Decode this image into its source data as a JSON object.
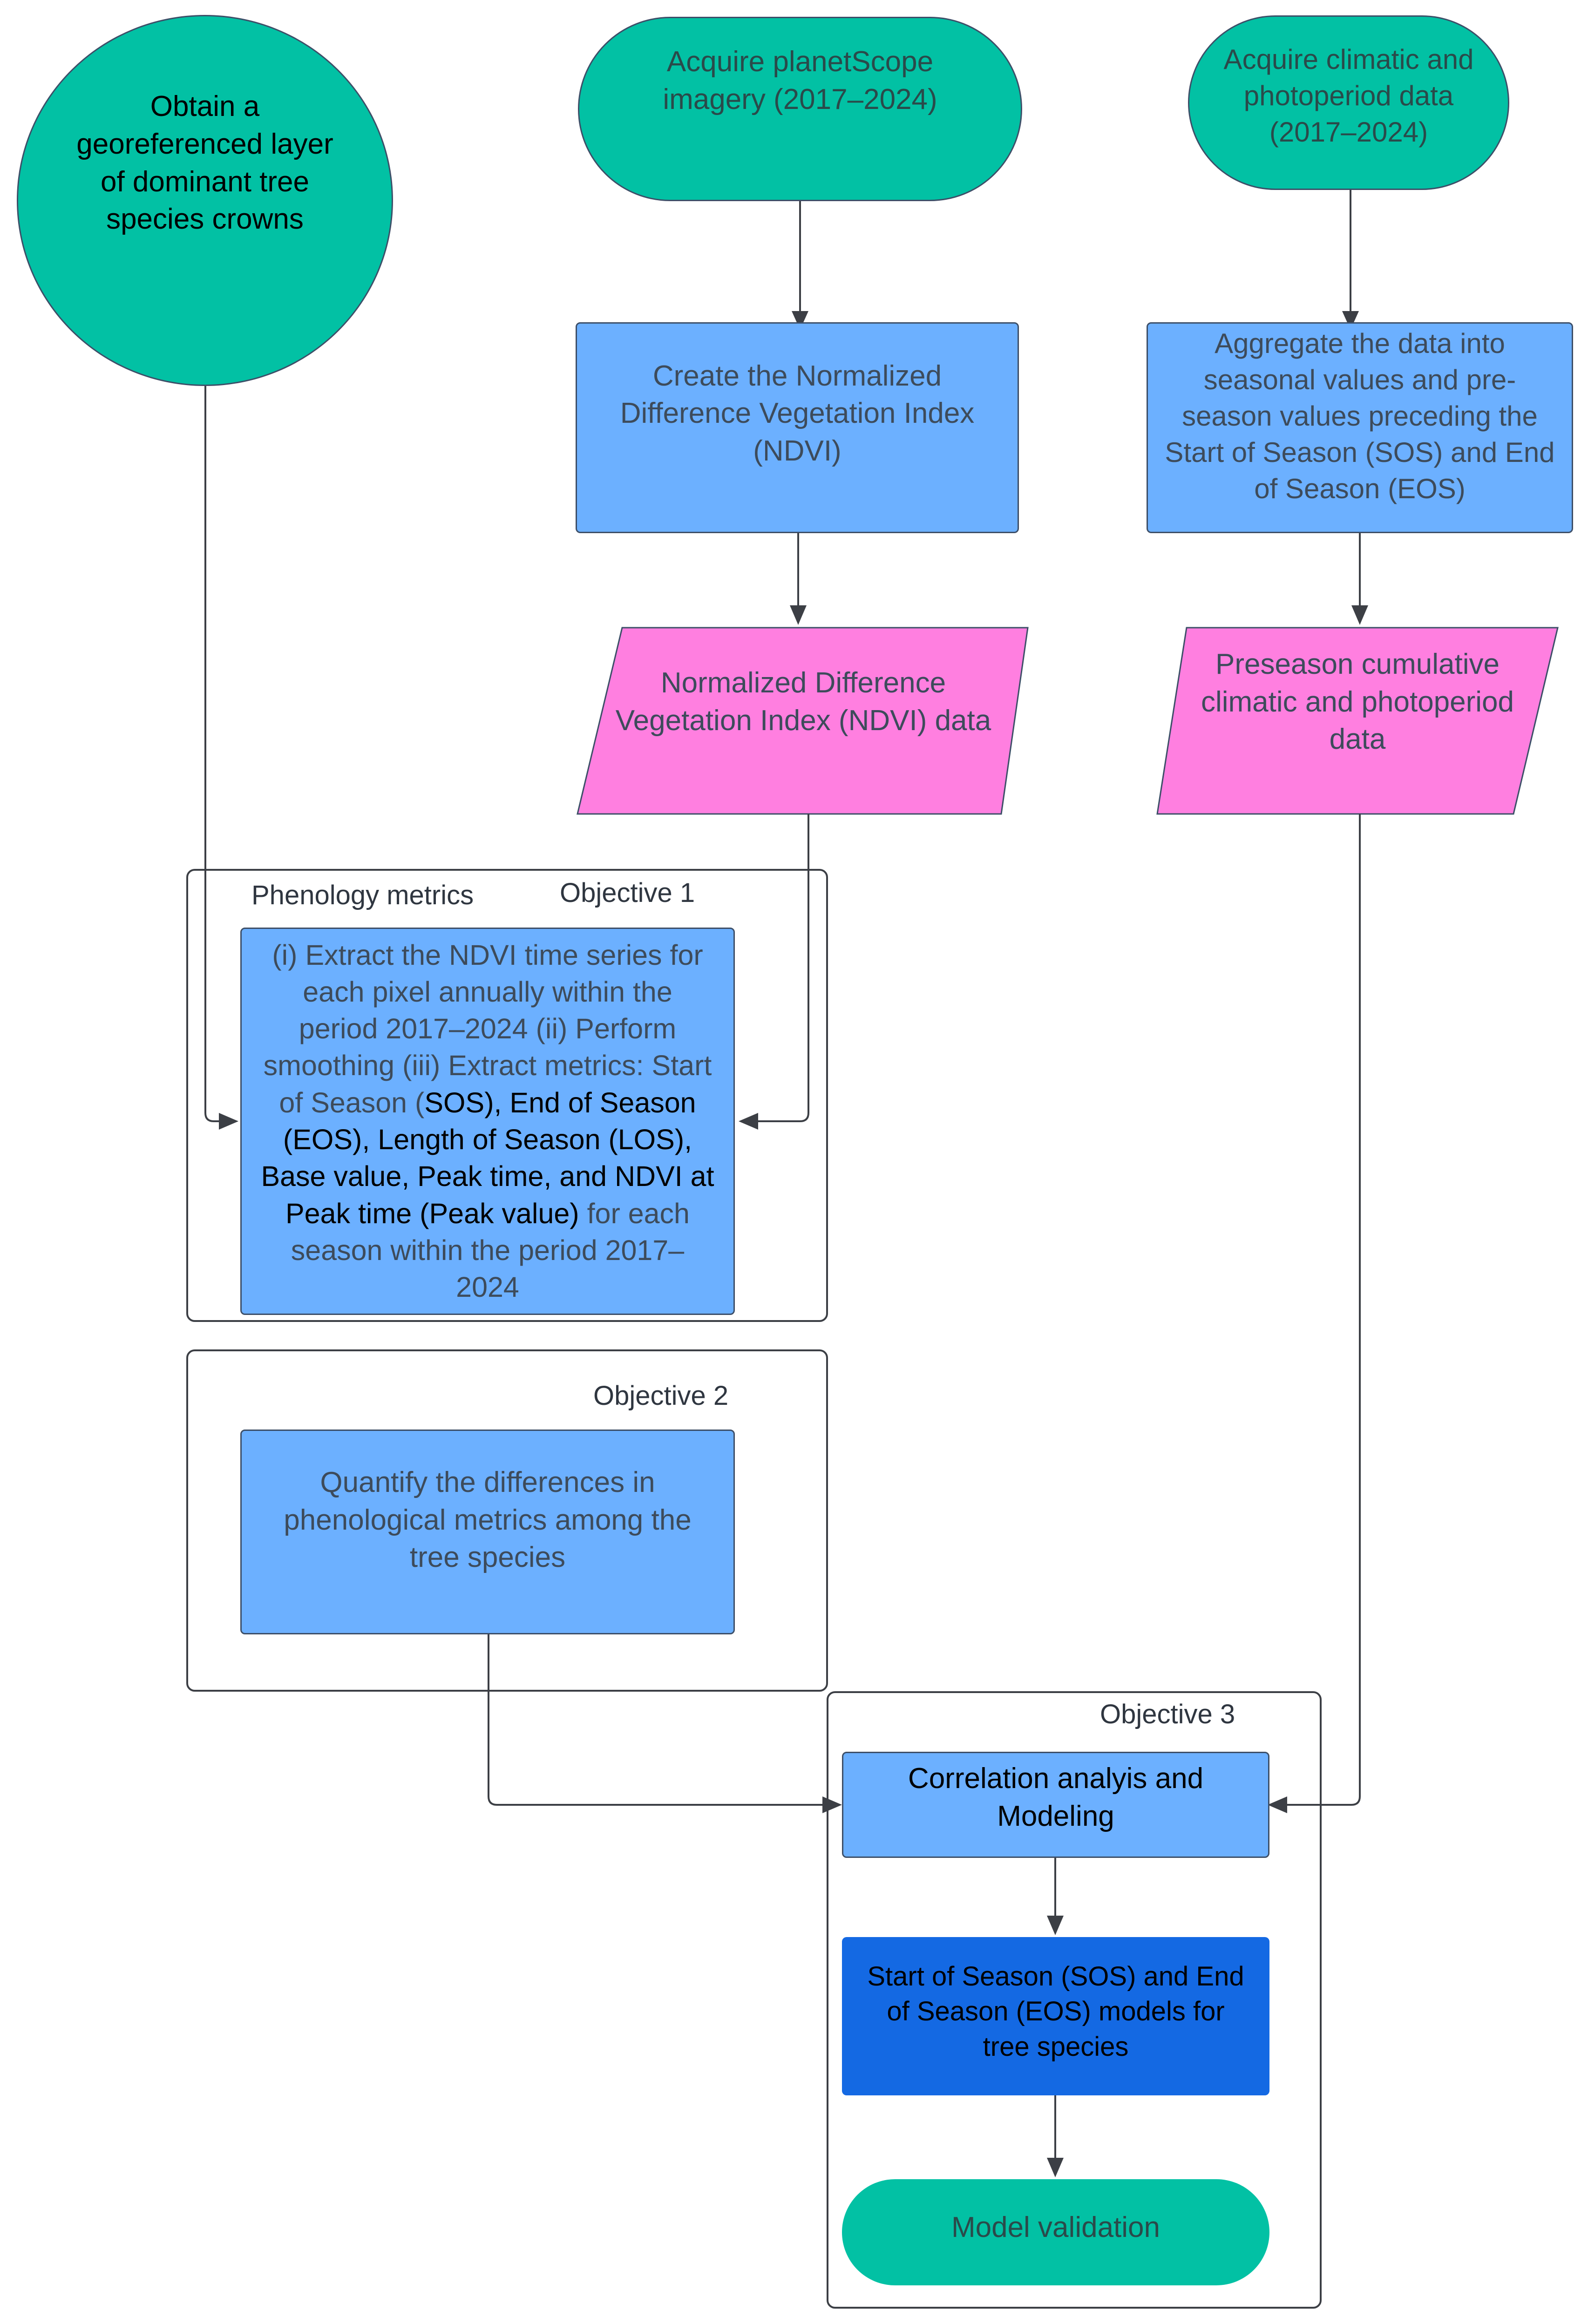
{
  "nodes": {
    "obtain_layer": "Obtain a georeferenced layer of dominant tree species crowns",
    "acquire_planetscope": "Acquire planetScope imagery (2017–2024)",
    "acquire_climatic": "Acquire climatic and photoperiod data (2017–2024)",
    "create_ndvi": "Create the Normalized Difference Vegetation Index (NDVI)",
    "aggregate_data": "Aggregate the data into seasonal values and pre-season values preceding the Start  of Season (SOS) and End of Season (EOS)",
    "ndvi_data": "Normalized Difference Vegetation Index (NDVI) data",
    "preseason_data": "Preseason cumulative climatic and photoperiod data",
    "extract_metrics": {
      "part1": "(i) Extract the NDVI time series for each pixel annually within the period 2017–2024 (ii) Perform smoothing (iii) Extract metrics: Start of Season (",
      "part2": "SOS), End of Season (EOS), Length of Season (LOS), Base value, Peak time, and NDVI at Peak time (Peak value)",
      "part3": " for each season within the period 2017–2024"
    },
    "quantify_differences": "Quantify the differences in phenological metrics among the tree species",
    "correlation": "Correlation analyis and Modeling",
    "sos_eos_models": "Start of Season (SOS) and End of Season (EOS) models for tree species",
    "model_validation": "Model validation"
  },
  "groups": {
    "group1_title": "Phenology metrics",
    "objective1": "Objective 1",
    "objective2": "Objective 2",
    "objective3": "Objective 3"
  },
  "colors": {
    "terminal": "#02c1a4",
    "process": "#6cb0ff",
    "data": "#ff7fe0",
    "output": "#1469e3",
    "connector": "#3c3f45"
  }
}
